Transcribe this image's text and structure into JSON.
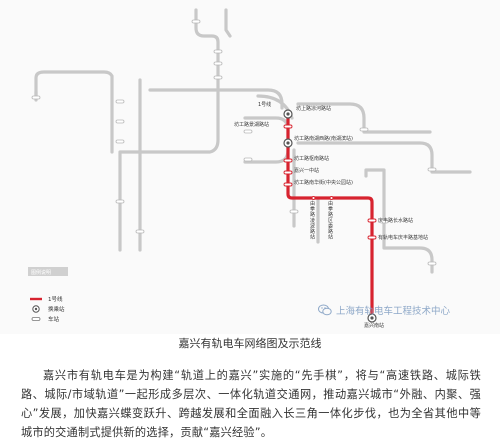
{
  "map": {
    "legend": {
      "heading": "图例说明",
      "items": [
        {
          "label": "1号线",
          "symbol": "line"
        },
        {
          "label": "换乘站",
          "symbol": "transfer"
        },
        {
          "label": "车站",
          "symbol": "station"
        }
      ]
    },
    "line_tag": "1号线",
    "colors": {
      "line1": "#d7232f",
      "planned": "#c8c8c8",
      "background": "#fafafa",
      "legend_head": "#d0d0d0"
    },
    "active_stations": [
      "坊上路凉河路站",
      "坊工路景湖路站",
      "坊工路南湖西路(南湖滨站)",
      "坊工路枢南路站",
      "嘉兴一中站",
      "坊工路南华街(中央公园站)",
      "庆丰路长水路站",
      "有轨电车庆丰路基地站",
      "嘉兴南站"
    ],
    "vertical_stations": [
      "由拳路凌波路站",
      "由拳路区委路站"
    ]
  },
  "watermark": {
    "icon": "wechat-icon",
    "text": "上海有轨电车工程技术中心"
  },
  "caption": "嘉兴有轨电车网络图及示范线",
  "paragraph": "嘉兴市有轨电车是为构建“轨道上的嘉兴”实施的“先手棋”，将与“高速铁路、城际铁路、城际/市域轨道”一起形成多层次、一体化轨道交通网，推动嘉兴城市“外融、内聚、强心”发展，加快嘉兴蝶变跃升、跨越发展和全面融入长三角一体化步伐，也为全省其他中等城市的交通制式提供新的选择，贡献“嘉兴经验”。"
}
